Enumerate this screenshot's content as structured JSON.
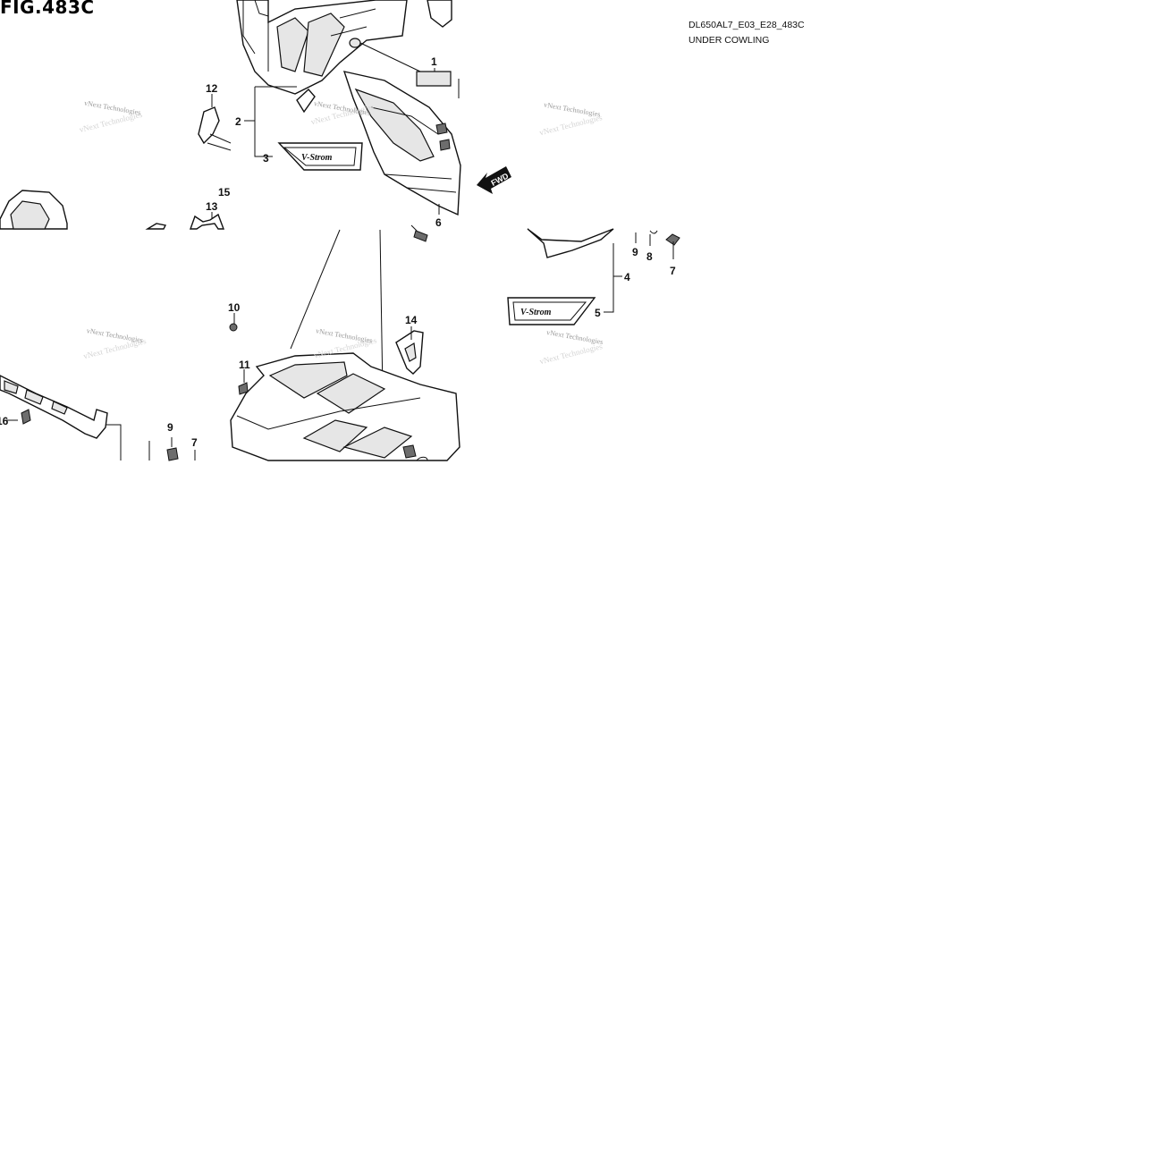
{
  "header": {
    "fig_label": "FIG.483C",
    "diagram_code": "DL650AL7_E03_E28_483C",
    "diagram_name": "UNDER COWLING"
  },
  "direction_badge": "FWD",
  "watermark": "vNext Technologies",
  "emblem_text": "V-Strom",
  "callouts": [
    "1",
    "2",
    "3",
    "4",
    "5",
    "6",
    "7",
    "7",
    "8",
    "9",
    "9",
    "10",
    "11",
    "12",
    "13",
    "14",
    "15",
    "16"
  ]
}
